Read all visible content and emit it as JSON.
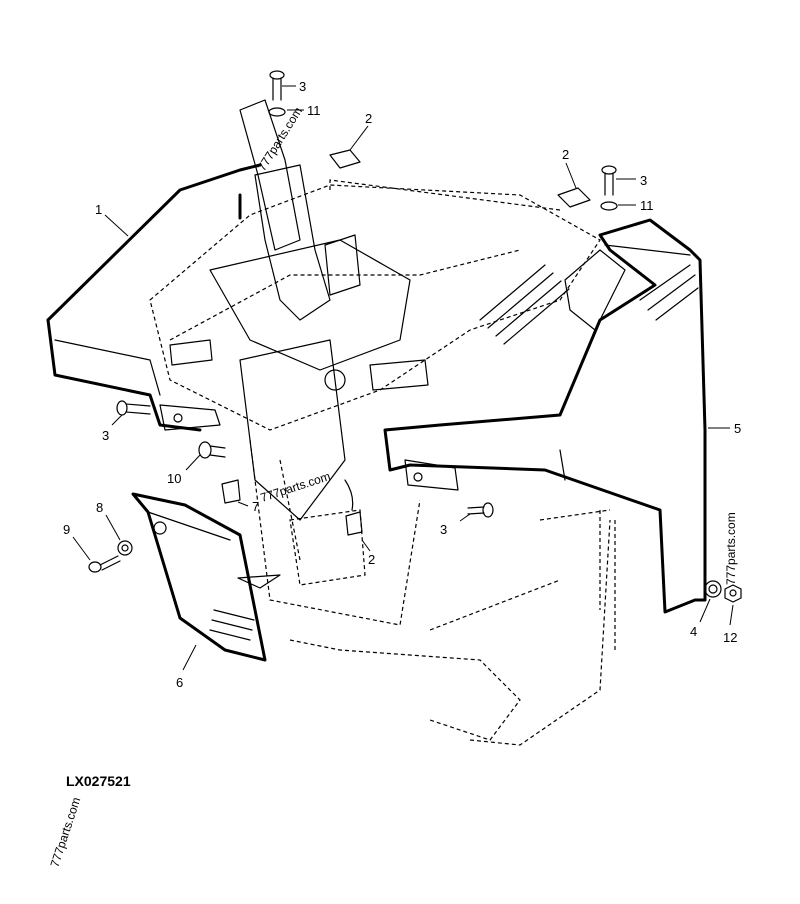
{
  "diagram": {
    "code": "LX027521",
    "watermarks": [
      "777parts.com",
      "777parts.com",
      "777parts.com",
      "777parts.com"
    ],
    "callouts": {
      "c1": "1",
      "c2a": "2",
      "c2b": "2",
      "c2c": "2",
      "c3a": "3",
      "c3b": "3",
      "c3c": "3",
      "c3d": "3",
      "c4": "4",
      "c5": "5",
      "c6": "6",
      "c7": "7",
      "c8": "8",
      "c9": "9",
      "c10": "10",
      "c11a": "11",
      "c11b": "11",
      "c12": "12"
    }
  }
}
